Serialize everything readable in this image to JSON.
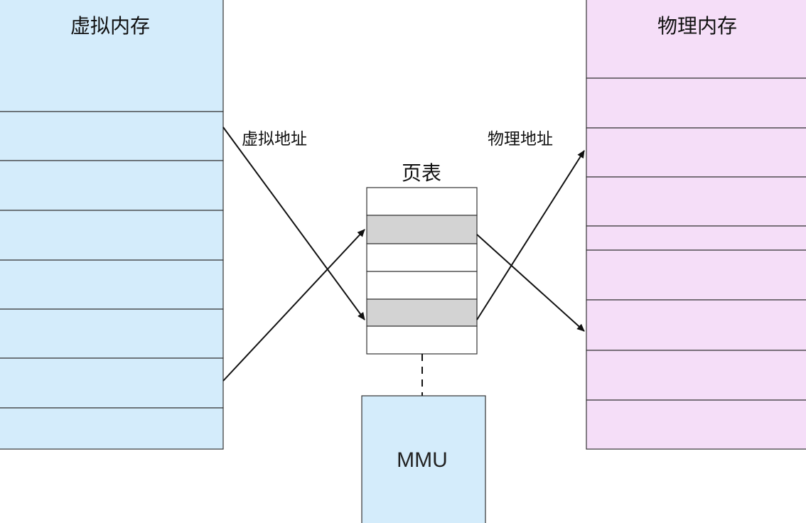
{
  "diagram": {
    "virtual_memory_title": "虚拟内存",
    "physical_memory_title": "物理内存",
    "virtual_address_label": "虚拟地址",
    "physical_address_label": "物理地址",
    "page_table_title": "页表",
    "mmu_label": "MMU"
  },
  "colors": {
    "virtual_fill": "#d4ecfb",
    "physical_fill": "#f5def8",
    "mmu_fill": "#d4ecfb",
    "page_table_highlight": "#d3d3d3",
    "page_table_fill": "#ffffff",
    "line": "#333333"
  }
}
